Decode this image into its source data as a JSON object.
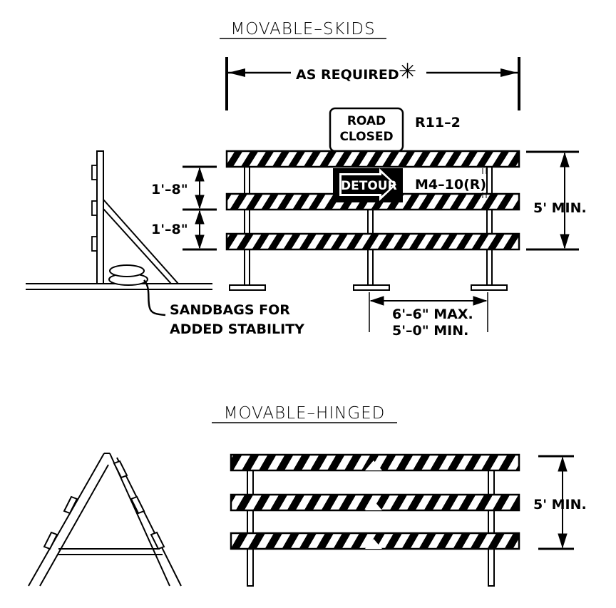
{
  "titles": {
    "skids": "MOVABLE–SKIDS",
    "hinged": "MOVABLE–HINGED"
  },
  "skids": {
    "as_required": "AS REQUIRED",
    "asterisk": "✳",
    "sign_road": "ROAD",
    "sign_closed": "CLOSED",
    "sign_code_r11": "R11–2",
    "detour_label": "DETOUR",
    "detour_code": "M4–10(R)",
    "dim_upper": "1'–8\"",
    "dim_lower": "1'–8\"",
    "height_min": "5' MIN.",
    "sandbags_line1": "SANDBAGS FOR",
    "sandbags_line2": "ADDED STABILITY",
    "spacing_max": "6'–6\" MAX.",
    "spacing_min": "5'–0\" MIN."
  },
  "hinged": {
    "height_min": "5' MIN."
  },
  "colors": {
    "ink": "#000000",
    "paper": "#ffffff"
  }
}
